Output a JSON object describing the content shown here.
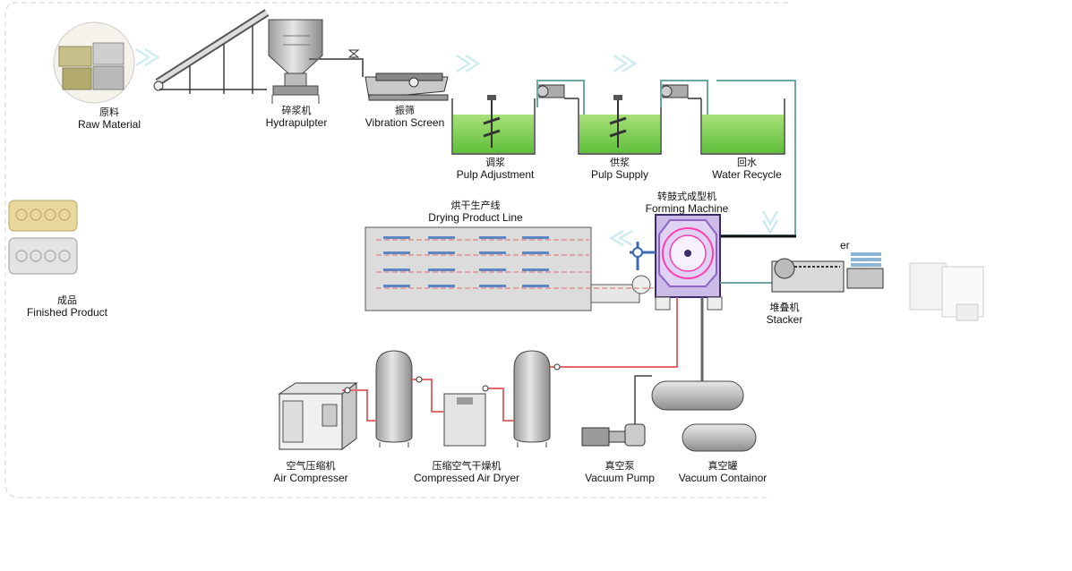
{
  "stages": {
    "raw_material": {
      "cn": "原料",
      "en": "Raw Material"
    },
    "hydrapulpter": {
      "cn": "碎浆机",
      "en": "Hydrapulpter"
    },
    "vibration_screen": {
      "cn": "振筛",
      "en": "Vibration Screen"
    },
    "pulp_adjustment": {
      "cn": "调浆",
      "en": "Pulp Adjustment"
    },
    "pulp_supply": {
      "cn": "供浆",
      "en": "Pulp Supply"
    },
    "water_recycle": {
      "cn": "回水",
      "en": "Water Recycle"
    },
    "forming_machine": {
      "cn": "转鼓式成型机",
      "en": "Forming Machine"
    },
    "drying_line": {
      "cn": "烘干生产线",
      "en": "Drying Product Line"
    },
    "finished_product": {
      "cn": "成品",
      "en": "Finished Product"
    },
    "stacker": {
      "cn": "堆叠机",
      "en": "Stacker",
      "fragment": "er"
    },
    "air_compressor": {
      "cn": "空气压缩机",
      "en": "Air Compresser"
    },
    "air_dryer": {
      "cn": "压缩空气干燥机",
      "en": "Compressed Air Dryer"
    },
    "vacuum_pump": {
      "cn": "真空泵",
      "en": "Vacuum Pump"
    },
    "vacuum_container": {
      "cn": "真空罐",
      "en": "Vacuum Containor"
    }
  },
  "colors": {
    "pulp_water": "#7ed04f",
    "pipe_blue": "#6ea6a6",
    "pipe_red": "#e26a6a",
    "flow_arrow": "#cfeaf0",
    "machine_purple": "#8f62c6",
    "drum_ring": "#ff3db0"
  }
}
